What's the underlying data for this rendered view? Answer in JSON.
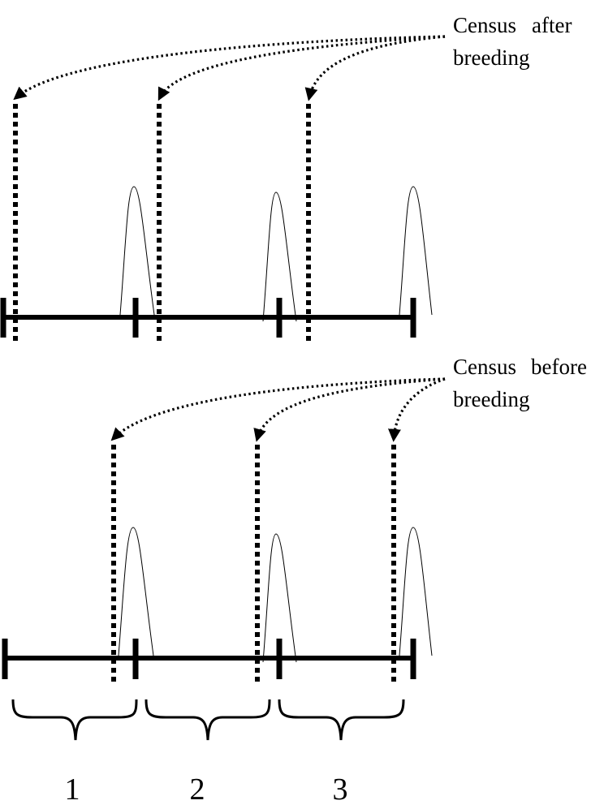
{
  "panels": [
    {
      "label_lines": [
        "Census",
        "after",
        "breeding"
      ],
      "description_key": "after"
    },
    {
      "label_lines": [
        "Census",
        "before",
        "breeding"
      ],
      "description_key": "before"
    }
  ],
  "periods": [
    "1",
    "2",
    "3"
  ],
  "colors": {
    "ink": "#000000",
    "background": "#ffffff"
  }
}
